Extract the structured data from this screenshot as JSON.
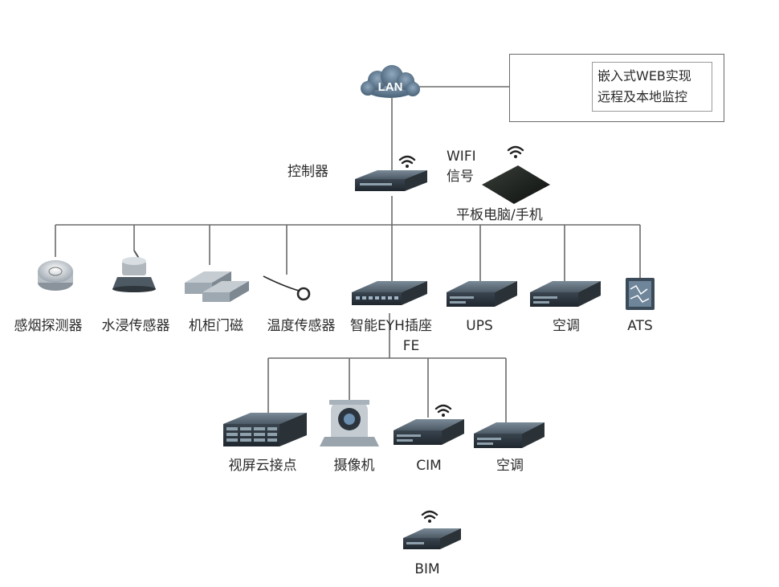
{
  "network": {
    "lan_label": "LAN",
    "remote_box": {
      "line1": "嵌入式WEB实现",
      "line2": "远程及本地监控"
    },
    "controller_label": "控制器",
    "wifi_label_line1": "WIFI",
    "wifi_label_line2": "信号",
    "tablet_label": "平板电脑/手机"
  },
  "devices_row1": [
    {
      "id": "smoke",
      "label": "感烟探测器"
    },
    {
      "id": "water",
      "label": "水浸传感器"
    },
    {
      "id": "door",
      "label": "机柜门磁"
    },
    {
      "id": "temp",
      "label": "温度传感器"
    },
    {
      "id": "socket",
      "label": "智能EYH插座"
    },
    {
      "id": "ups",
      "label": "UPS"
    },
    {
      "id": "ac1",
      "label": "空调"
    },
    {
      "id": "ats",
      "label": "ATS"
    }
  ],
  "fe_label": "FE",
  "devices_row2": [
    {
      "id": "nvr",
      "label": "视屏云接点"
    },
    {
      "id": "camera",
      "label": "摄像机"
    },
    {
      "id": "cim",
      "label": "CIM"
    },
    {
      "id": "ac2",
      "label": "空调"
    }
  ],
  "bim_label": "BIM"
}
